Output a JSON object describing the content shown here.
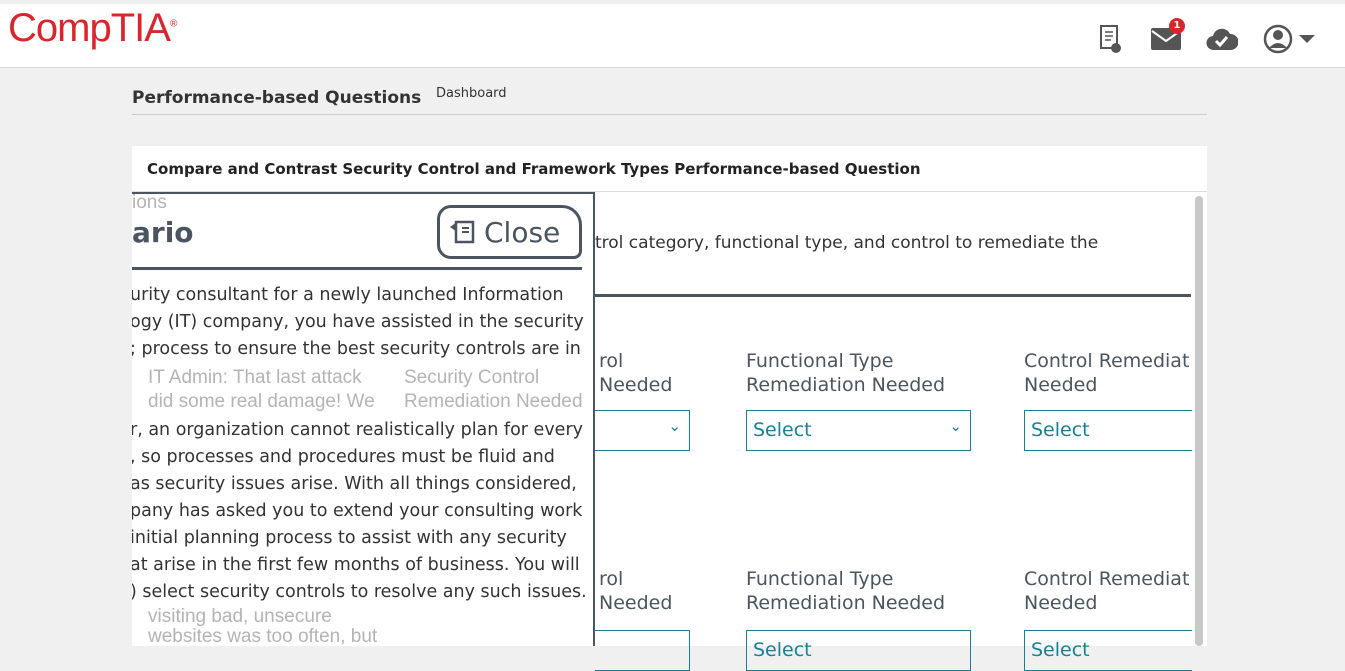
{
  "brand": {
    "logo": "CompTIA",
    "accent": "#d9262c"
  },
  "header": {
    "icons": [
      "certificate-icon",
      "mail-icon",
      "cloud-check-icon",
      "user-icon",
      "caret-down-icon"
    ],
    "mail_badge": "1"
  },
  "breadcrumb": {
    "title": "Performance-based Questions",
    "link": "Dashboard"
  },
  "card": {
    "title": "Compare and Contrast Security Control and Framework Types Performance-based Question",
    "instruction": "trol category, functional type, and control to remediate the",
    "rows": [
      {
        "col1": "Security Control Remediation Needed",
        "col1_visible": [
          "rol",
          "Needed"
        ],
        "col2": [
          "Functional Type",
          "Remediation Needed"
        ],
        "col3": [
          "Control Remediat",
          "Needed"
        ],
        "select2": "Select",
        "select3": "Select"
      },
      {
        "col1_visible": [
          "rol",
          "Needed"
        ],
        "col2": [
          "Functional Type",
          "Remediation Needed"
        ],
        "col3": [
          "Control Remediat",
          "Needed"
        ],
        "select2": "Select",
        "select3": "Select"
      }
    ],
    "ghost": {
      "l1": "ions",
      "l2": "IT Admin: That last attack",
      "l3": "did some real damage! We",
      "l4": "visiting bad, unsecure",
      "l5": "websites was too often, but",
      "l6": "Security Control",
      "l7": "Remediation Needed"
    }
  },
  "panel": {
    "title": "ario",
    "close": "Close",
    "lines": [
      "urity consultant for a newly launched Information",
      "ogy (IT) company, you have assisted in the security",
      "; process to ensure the best security controls are in",
      "",
      "",
      "r, an organization cannot realistically plan for every",
      ", so processes and procedures must be fluid and",
      " as security issues arise. With all things considered,",
      "pany has asked you to extend your consulting work",
      " initial planning process to assist with any security",
      "at arise in the first few months of business. You will",
      ") select security controls to resolve any such issues."
    ]
  }
}
